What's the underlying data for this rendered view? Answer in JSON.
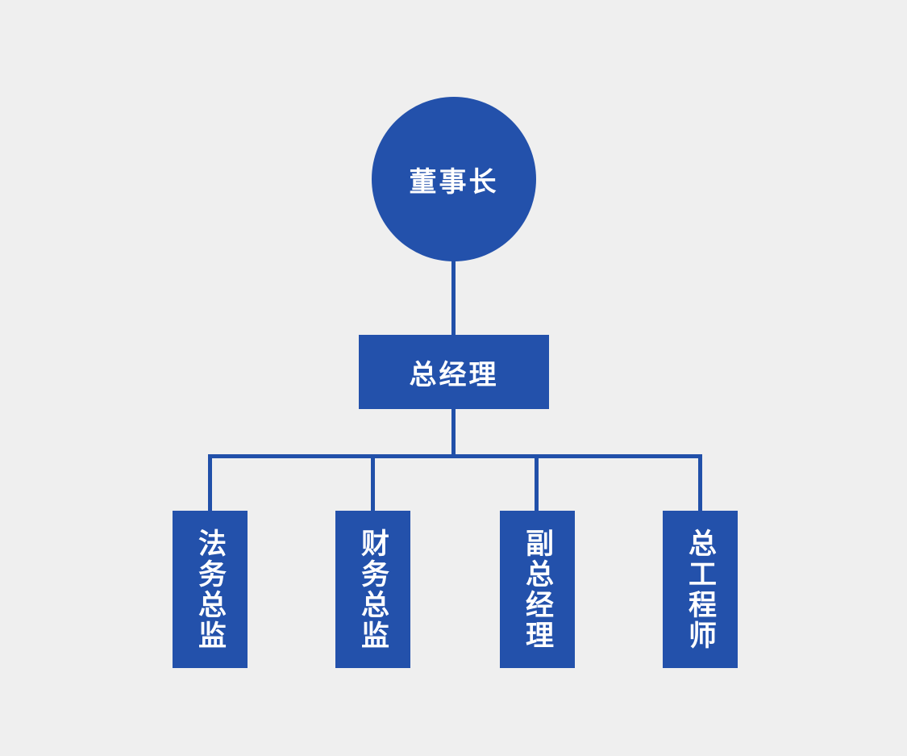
{
  "colors": {
    "background": "#efefef",
    "node_fill": "#2351ab",
    "connector_line": "#2150a9",
    "label_text": "#ffffff"
  },
  "org_chart": {
    "chairman": {
      "label": "董事长"
    },
    "general_manager": {
      "label": "总经理"
    },
    "departments": [
      {
        "label": "法务总监"
      },
      {
        "label": "财务总监"
      },
      {
        "label": "副总经理"
      },
      {
        "label": "总工程师"
      }
    ]
  }
}
